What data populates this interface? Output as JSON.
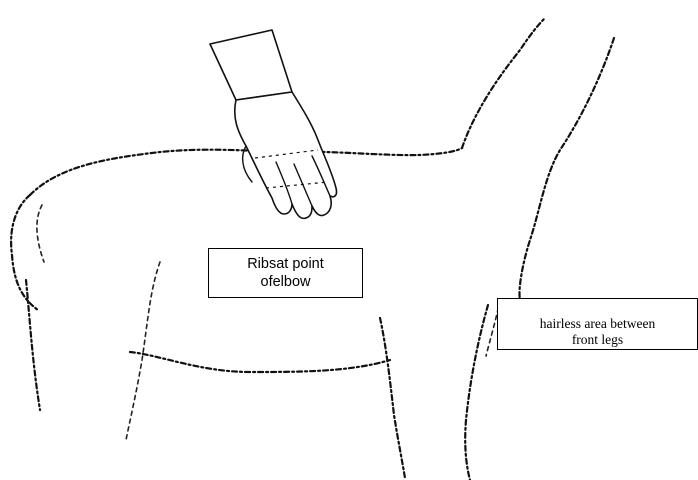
{
  "labels": {
    "ribs_line1": "Ribsat point",
    "ribs_line2": "ofelbow",
    "hairless_line1": "hairless area between",
    "hairless_line2": "front legs"
  },
  "colors": {
    "ink": "#111111",
    "background": "#ffffff",
    "box_border": "#000000"
  }
}
